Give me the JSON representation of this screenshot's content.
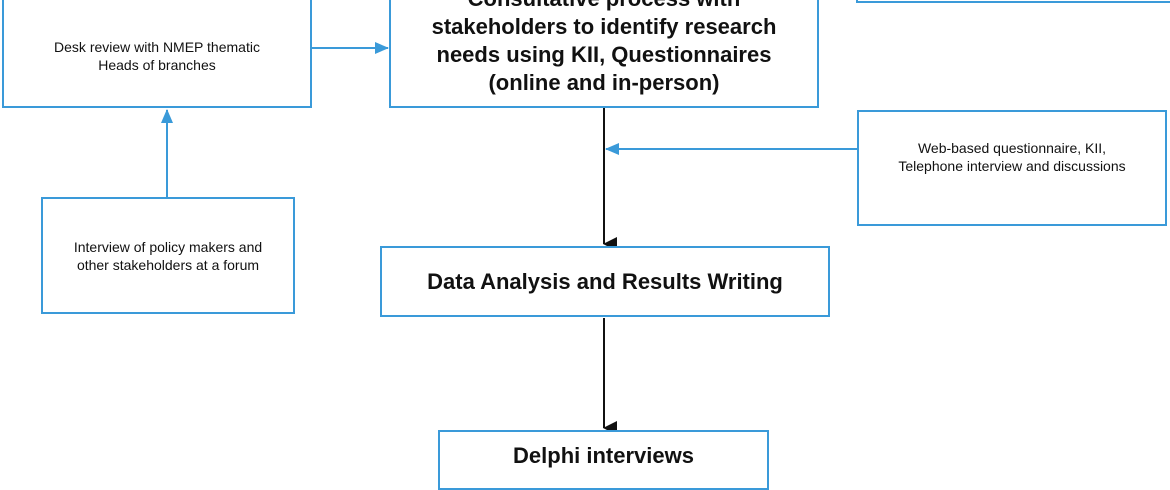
{
  "diagram": {
    "nodes": {
      "desk_review": {
        "lines": [
          "Desk review with NMEP thematic",
          "Heads of branches"
        ]
      },
      "consultative": {
        "lines": [
          "Consultative process with",
          "stakeholders to identify research",
          "needs using KII, Questionnaires",
          "(online and in-person)"
        ]
      },
      "web_based": {
        "lines": [
          "Web-based questionnaire, KII,",
          "Telephone interview and discussions"
        ]
      },
      "policy_makers": {
        "lines": [
          "Interview of policy makers and",
          "other stakeholders at a forum"
        ]
      },
      "data_analysis": {
        "lines": [
          "Data Analysis and Results Writing"
        ]
      },
      "delphi": {
        "lines": [
          "Delphi interviews"
        ]
      }
    },
    "colors": {
      "box_border": "#3a9ad9",
      "blue_arrow": "#3a9ad9",
      "black_arrow": "#111111"
    }
  }
}
